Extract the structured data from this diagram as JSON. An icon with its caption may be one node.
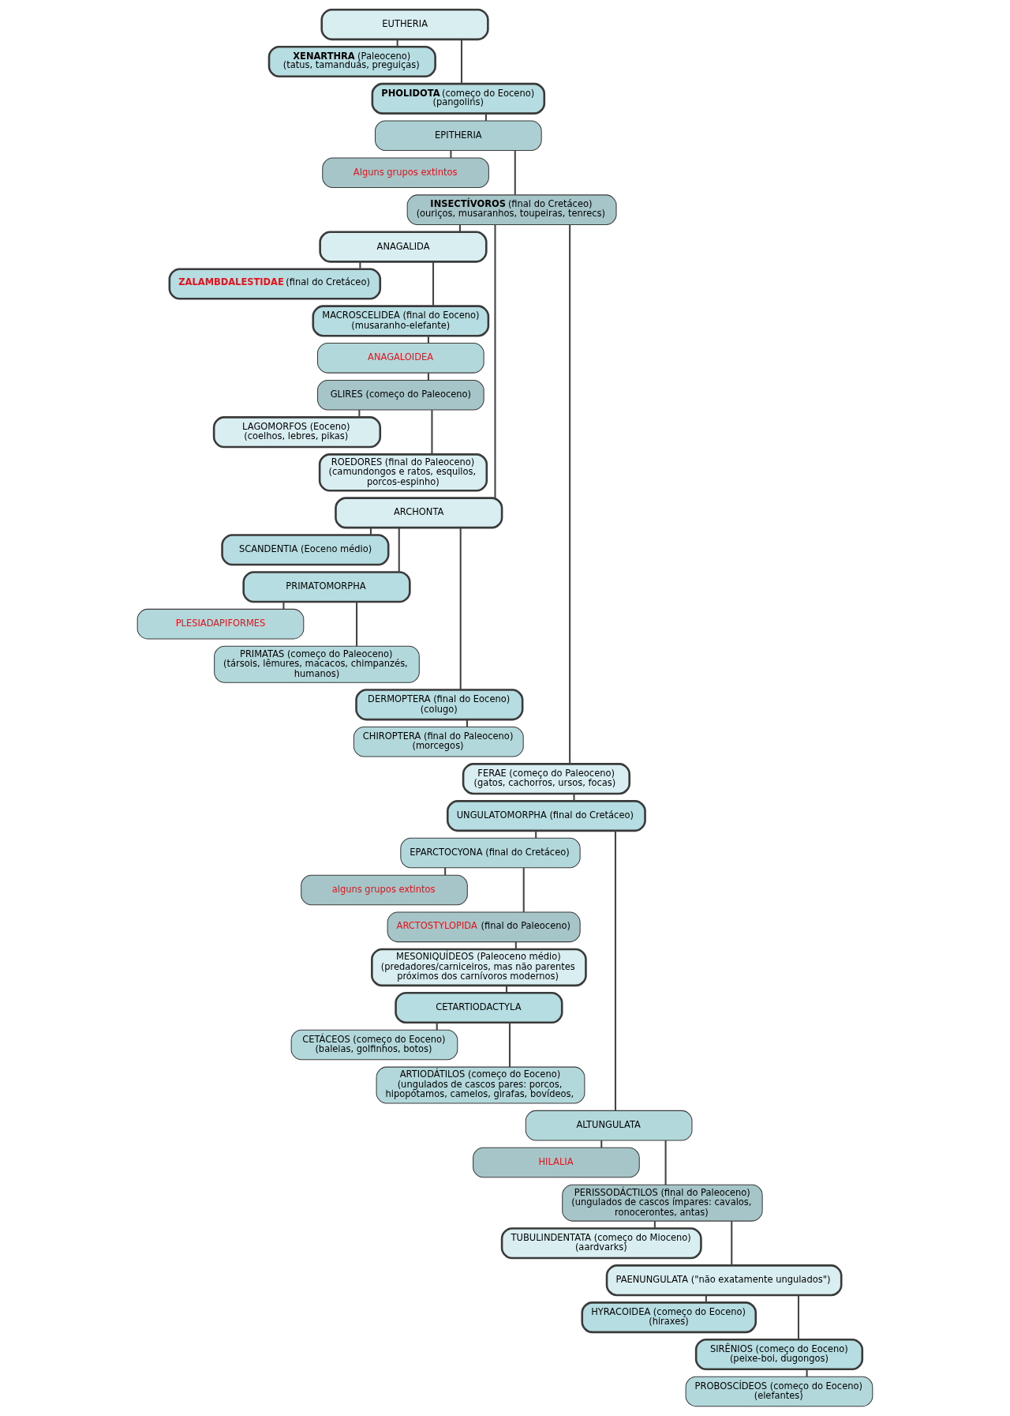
{
  "diagram": {
    "nodes": [
      {
        "text": [
          "EUTHERIA"
        ]
      },
      {
        "text": [
          "**XENARTHRA** (Paleoceno)",
          "(tatus, tamanduás, preguiças)"
        ]
      },
      {
        "text": [
          "**PHOLIDOTA** (começo do Eoceno)",
          "(pangolins)"
        ]
      },
      {
        "text": [
          "EPITHERIA"
        ]
      },
      {
        "text": [
          "Alguns grupos extintos"
        ]
      },
      {
        "text": [
          "**INSECTÍVOROS** (final do Cretáceo)",
          "(ouriços, musaranhos, toupeiras, tenrecs)"
        ]
      },
      {
        "text": [
          "ANAGALIDA"
        ]
      },
      {
        "text": [
          "**ZALAMBDALESTIDAE** (final do Cretáceo)"
        ]
      },
      {
        "text": [
          "MACROSCELIDEA (final do Eoceno)",
          "(musaranho-elefante)"
        ]
      },
      {
        "text": [
          "ANAGALOIDEA"
        ]
      },
      {
        "text": [
          "GLIRES (começo do Paleoceno)"
        ]
      },
      {
        "text": [
          "LAGOMORFOS (Eoceno)",
          "(coelhos, lebres, pikas)"
        ]
      },
      {
        "text": [
          "ROEDORES (final do Paleoceno)",
          "(camundongos e ratos, esquilos, porcos-espinho)"
        ]
      },
      {
        "text": [
          "ARCHONTA"
        ]
      },
      {
        "text": [
          "SCANDENTIA (Eoceno médio)"
        ]
      },
      {
        "text": [
          "PRIMATOMORPHA"
        ]
      },
      {
        "text": [
          "PLESIADAPIFORMES"
        ]
      },
      {
        "text": [
          "PRIMATAS (começo do Paleoceno)",
          "(társois, lêmures, macacos, chimpanzés, humanos)"
        ]
      },
      {
        "text": [
          "DERMOPTERA (final do Eoceno)",
          "(colugo)"
        ]
      },
      {
        "text": [
          "CHIROPTERA (final do Paleoceno)",
          "(morcegos)"
        ]
      },
      {
        "text": [
          "FERAE (começo do Paleoceno)",
          "(gatos, cachorros, ursos, focas)"
        ]
      },
      {
        "text": [
          "UNGULATOMORPHA (final do Cretáceo)"
        ]
      },
      {
        "text": [
          "EPARCTOCYONA (final do Cretáceo)"
        ]
      },
      {
        "text": [
          "alguns grupos extintos"
        ]
      },
      {
        "text": [
          "ARCTOSTYLOPIDA (final do Paleoceno)"
        ]
      },
      {
        "text": [
          "MESONIQUÍDEOS (Paleoceno médio)",
          "(predadores/carniceiros, mas não parentes próximos dos carnívoros modernos)"
        ]
      },
      {
        "text": [
          "CETARTIODACTYLA"
        ]
      },
      {
        "text": [
          "CETÁCEOS (começo do Eoceno)",
          "(baleias, golfinhos, botos)"
        ]
      },
      {
        "text": [
          "ARTIODÁTILOS (começo do Eoceno)",
          "(ungulados de cascos pares: porcos, hipopótamos, camelos, girafas, bovídeos,"
        ]
      },
      {
        "text": [
          "ALTUNGULATA"
        ]
      },
      {
        "text": [
          "HILALIA"
        ]
      },
      {
        "text": [
          "PERISSODÁCTILOS (final do Paleoceno)",
          "(ungulados de cascos ímpares: cavalos, ronocerontes, antas)"
        ]
      },
      {
        "text": [
          "TUBULINDENTATA (começo do Mioceno)",
          "(aardvarks)"
        ]
      },
      {
        "text": [
          "PAENUNGULATA (\"não exatamente ungulados\")"
        ]
      },
      {
        "text": [
          "HYRACOIDEA (começo do Eoceno)",
          "(hiraxes)"
        ]
      },
      {
        "text": [
          "SIRÊNIOS (começo do Eoceno)",
          "(peixe-boi, dugongos)"
        ]
      },
      {
        "text": [
          "PROBOSCÍDEOS (começo do Eoceno)",
          "(elefantes)"
        ]
      }
    ],
    "edges": [
      {
        "from": 0,
        "to": 1,
        "arrow": "none"
      },
      {
        "from": 0,
        "to": 2,
        "arrow": "none"
      },
      {
        "from": 2,
        "to": 3,
        "arrow": "none"
      },
      {
        "from": 3,
        "to": 4,
        "arrow": "none"
      },
      {
        "from": 3,
        "to": 5,
        "arrow": "none"
      },
      {
        "from": 5,
        "to": 6,
        "arrow": "none"
      },
      {
        "from": 5,
        "to": 13,
        "arrow": "none"
      },
      {
        "from": 5,
        "to": 20,
        "arrow": "none"
      },
      {
        "from": 6,
        "to": 7,
        "arrow": "none"
      },
      {
        "from": 6,
        "to": 8,
        "arrow": "none"
      },
      {
        "from": 8,
        "to": 9,
        "arrow": "none"
      },
      {
        "from": 9,
        "to": 10,
        "arrow": "none"
      },
      {
        "from": 10,
        "to": 11,
        "arrow": "none"
      },
      {
        "from": 10,
        "to": 12,
        "arrow": "none"
      },
      {
        "from": 13,
        "to": 14,
        "arrow": "none"
      },
      {
        "from": 13,
        "to": 15,
        "arrow": "none"
      },
      {
        "from": 13,
        "to": 18,
        "arrow": "none"
      },
      {
        "from": 15,
        "to": 16,
        "arrow": "none"
      },
      {
        "from": 15,
        "to": 17,
        "arrow": "none"
      },
      {
        "from": 18,
        "to": 19,
        "arrow": "none"
      },
      {
        "from": 20,
        "to": 21,
        "arrow": "none"
      },
      {
        "from": 21,
        "to": 22,
        "arrow": "none"
      },
      {
        "from": 21,
        "to": 29,
        "arrow": "none"
      },
      {
        "from": 22,
        "to": 23,
        "arrow": "none"
      },
      {
        "from": 22,
        "to": 24,
        "arrow": "none"
      },
      {
        "from": 24,
        "to": 25,
        "arrow": "none"
      },
      {
        "from": 25,
        "to": 26,
        "arrow": "none"
      },
      {
        "from": 26,
        "to": 27,
        "arrow": "none"
      },
      {
        "from": 26,
        "to": 28,
        "arrow": "none"
      },
      {
        "from": 29,
        "to": 30,
        "arrow": "none"
      },
      {
        "from": 29,
        "to": 31,
        "arrow": "none"
      },
      {
        "from": 31,
        "to": 32,
        "arrow": "none"
      },
      {
        "from": 31,
        "to": 33,
        "arrow": "none"
      },
      {
        "from": 33,
        "to": 34,
        "arrow": "none"
      },
      {
        "from": 33,
        "to": 35,
        "arrow": "none"
      },
      {
        "from": 35,
        "to": 36,
        "arrow": "none"
      }
    ]
  }
}
